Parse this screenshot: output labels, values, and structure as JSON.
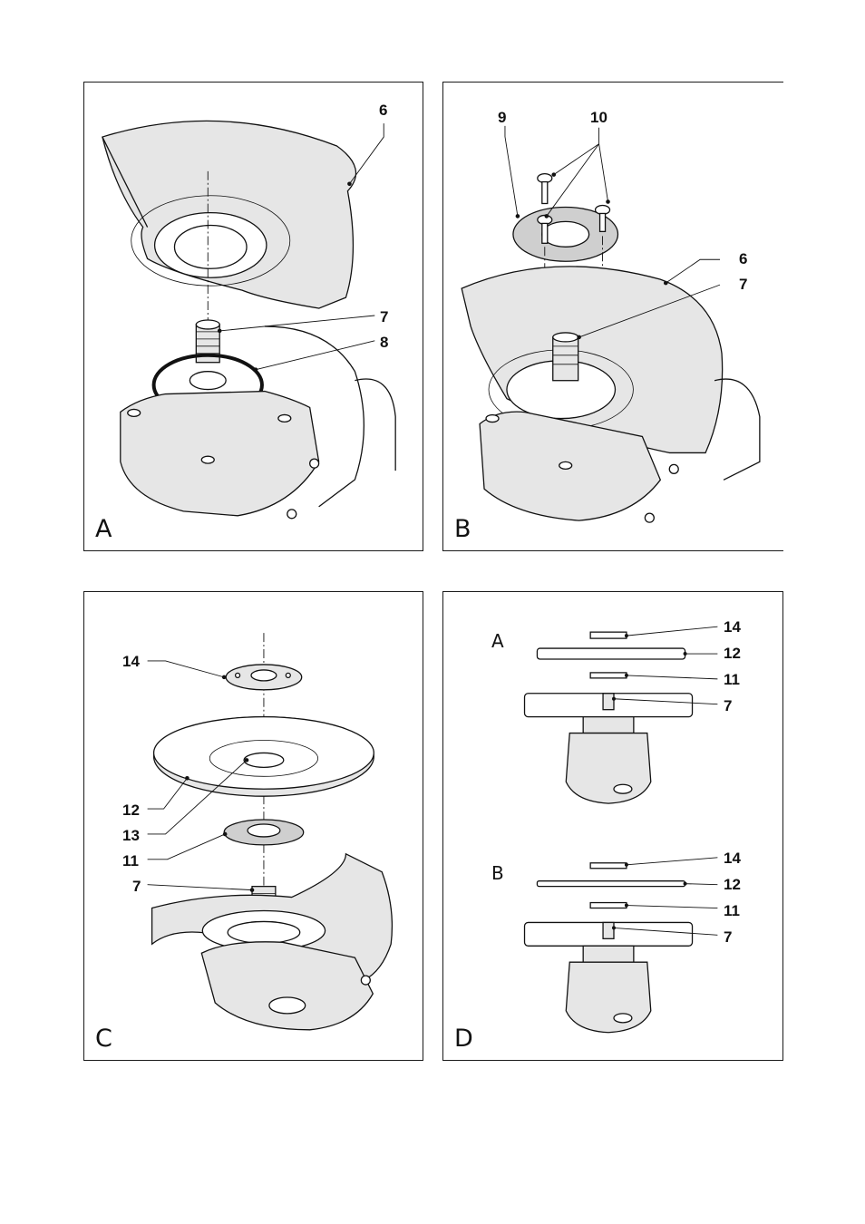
{
  "panels": {
    "a": {
      "letter": "A",
      "callouts": {
        "c6": "6",
        "c7": "7",
        "c8": "8"
      }
    },
    "b": {
      "letter": "B",
      "callouts": {
        "c9": "9",
        "c10": "10",
        "c6": "6",
        "c7": "7"
      }
    },
    "c": {
      "letter": "C",
      "callouts": {
        "c14": "14",
        "c12": "12",
        "c13": "13",
        "c11": "11",
        "c7": "7"
      }
    },
    "d": {
      "letter": "D",
      "sub_a": {
        "letter": "A",
        "callouts": {
          "c14": "14",
          "c12": "12",
          "c11": "11",
          "c7": "7"
        }
      },
      "sub_b": {
        "letter": "B",
        "callouts": {
          "c14": "14",
          "c12": "12",
          "c11": "11",
          "c7": "7"
        }
      }
    }
  }
}
